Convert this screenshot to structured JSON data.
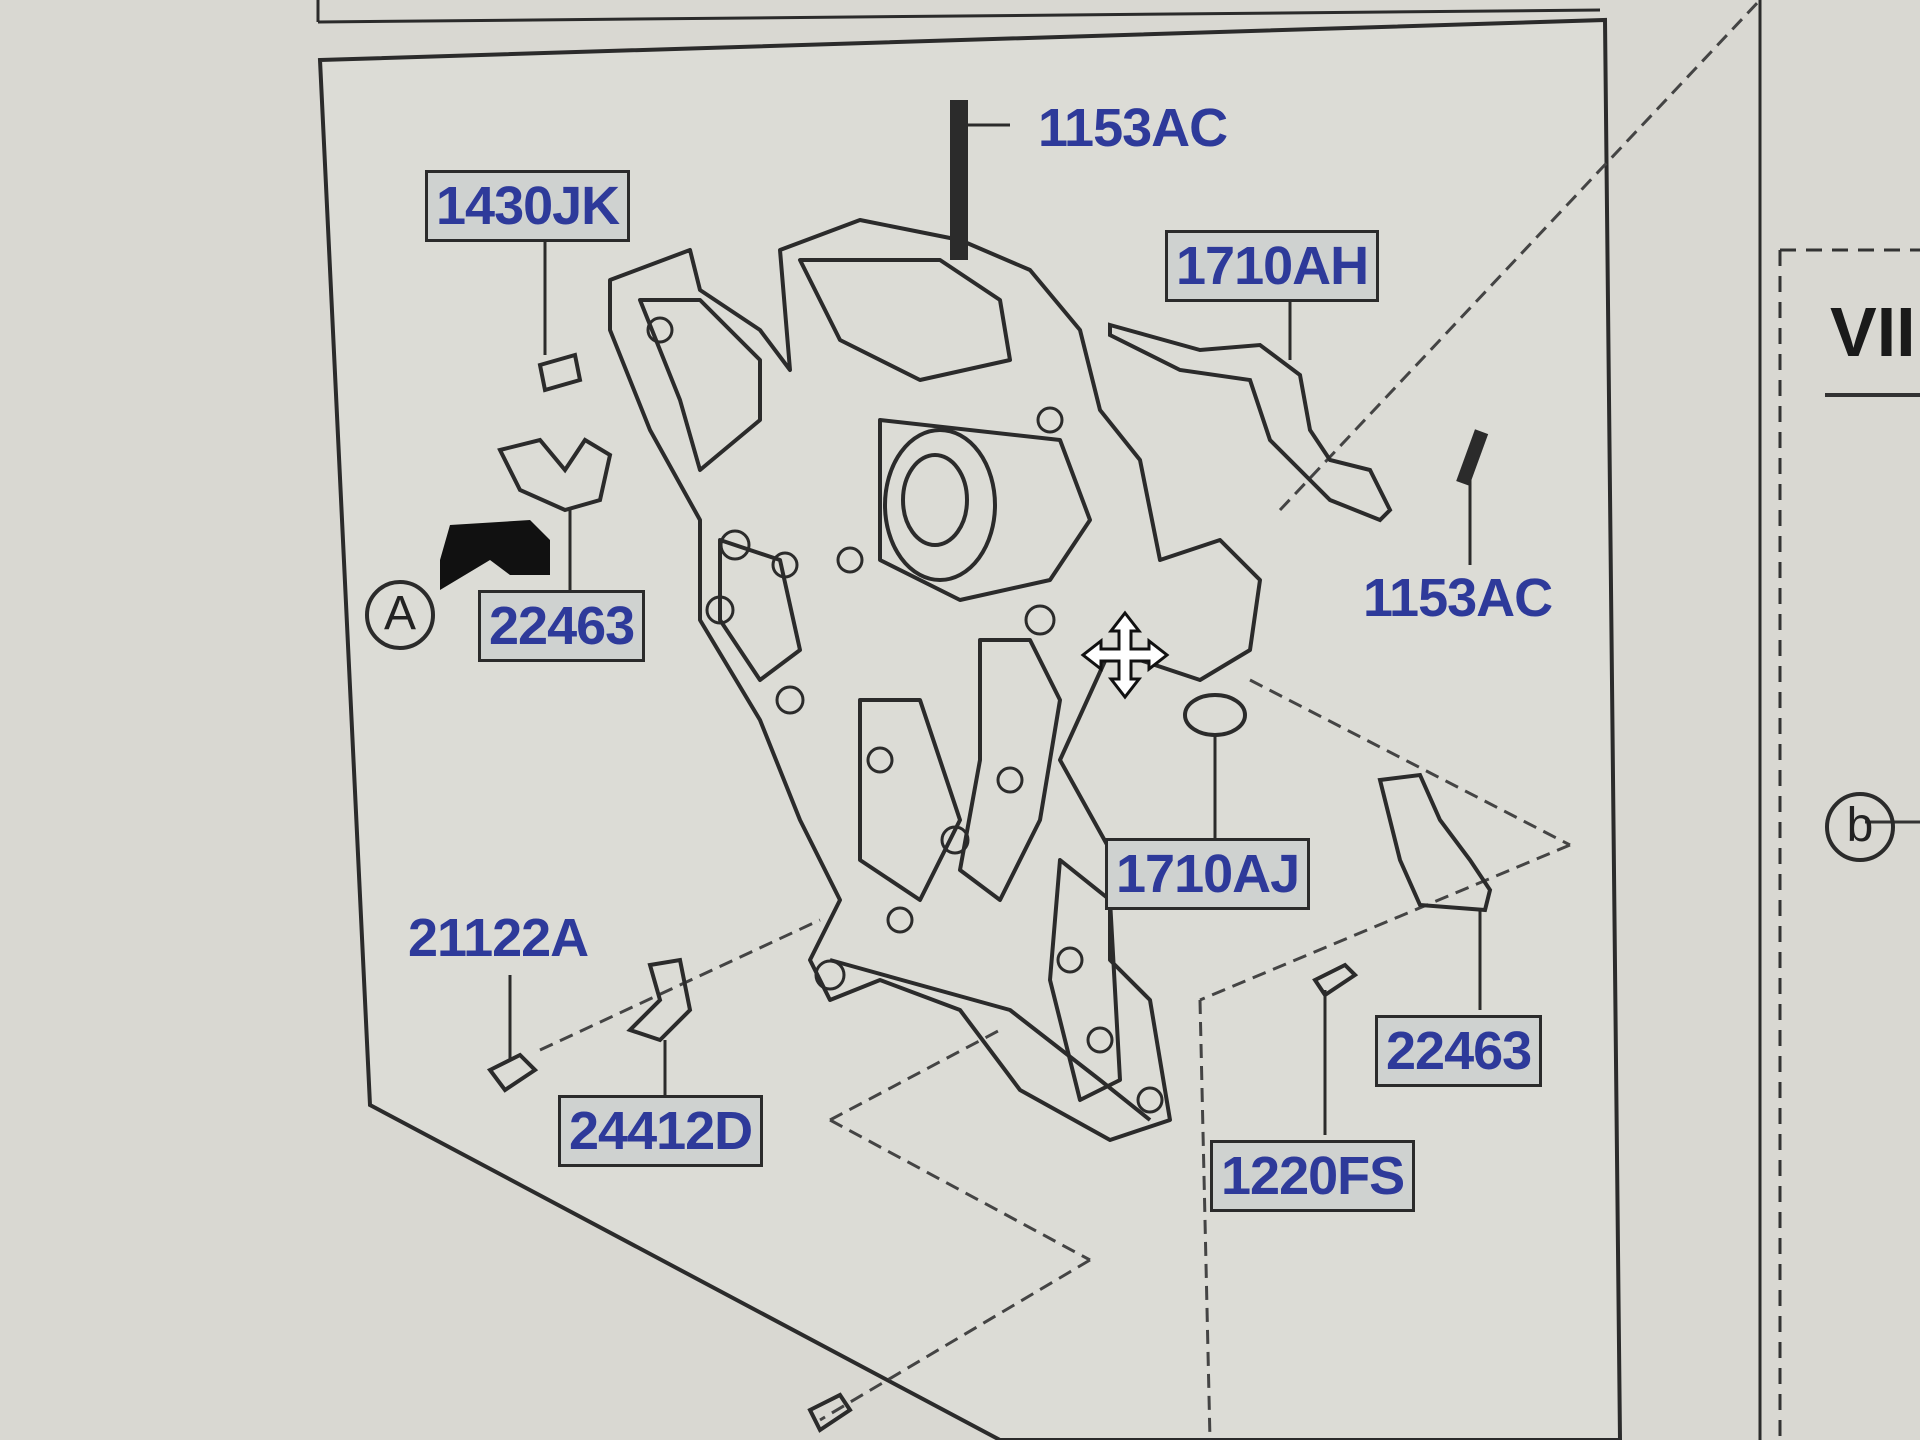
{
  "diagram": {
    "callout_A": "A",
    "callout_b": "b",
    "side_fragment": "VII",
    "colors": {
      "label_blue": "#2e3a9a",
      "line": "#2b2b2b",
      "paper": "#d9d8d2"
    },
    "parts": [
      {
        "id": "p-1153AC-top",
        "code": "1153AC",
        "boxed": false
      },
      {
        "id": "p-1430JK",
        "code": "1430JK",
        "boxed": true
      },
      {
        "id": "p-1710AH",
        "code": "1710AH",
        "boxed": true
      },
      {
        "id": "p-1153AC-right",
        "code": "1153AC",
        "boxed": false
      },
      {
        "id": "p-22463-left",
        "code": "22463",
        "boxed": true
      },
      {
        "id": "p-1710AJ",
        "code": "1710AJ",
        "boxed": true
      },
      {
        "id": "p-21122A",
        "code": "21122A",
        "boxed": false
      },
      {
        "id": "p-22463-right",
        "code": "22463",
        "boxed": true
      },
      {
        "id": "p-24412D",
        "code": "24412D",
        "boxed": true
      },
      {
        "id": "p-1220FS",
        "code": "1220FS",
        "boxed": true
      }
    ]
  }
}
